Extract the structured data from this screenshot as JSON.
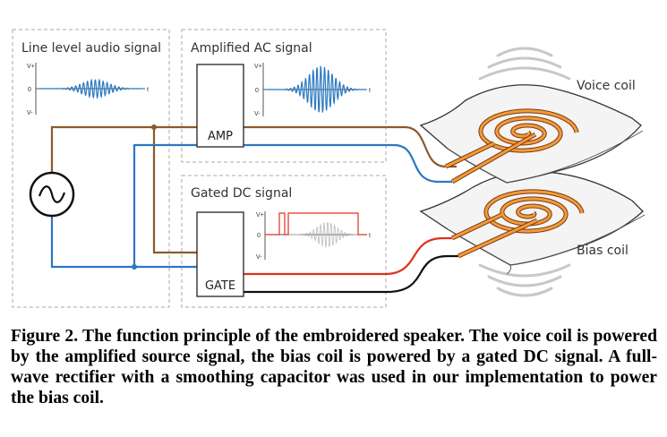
{
  "diagram": {
    "labels": {
      "line_level": "Line level audio signal",
      "amplified": "Amplified AC signal",
      "gated": "Gated DC signal",
      "amp": "AMP",
      "gate": "GATE",
      "voice_coil": "Voice coil",
      "bias_coil": "Bias coil"
    },
    "axis": {
      "vplus": "V+",
      "zero": "0",
      "vminus": "V-",
      "t": "t"
    },
    "colors": {
      "brown_wire": "#8b5a2b",
      "blue_wire": "#2a78c0",
      "red_wire": "#e03020",
      "black_wire": "#111111",
      "coil": "#e8872a",
      "signal": "#2a78c0"
    },
    "icons": [
      "ac-source-icon",
      "sound-wave-icon"
    ]
  },
  "caption": "Figure 2. The function principle of the embroidered speaker. The voice coil is powered by the amplified source signal, the bias coil is powered by a gated DC signal. A full-wave rectifier with a smoothing capacitor was used in our implementation to power the bias coil."
}
